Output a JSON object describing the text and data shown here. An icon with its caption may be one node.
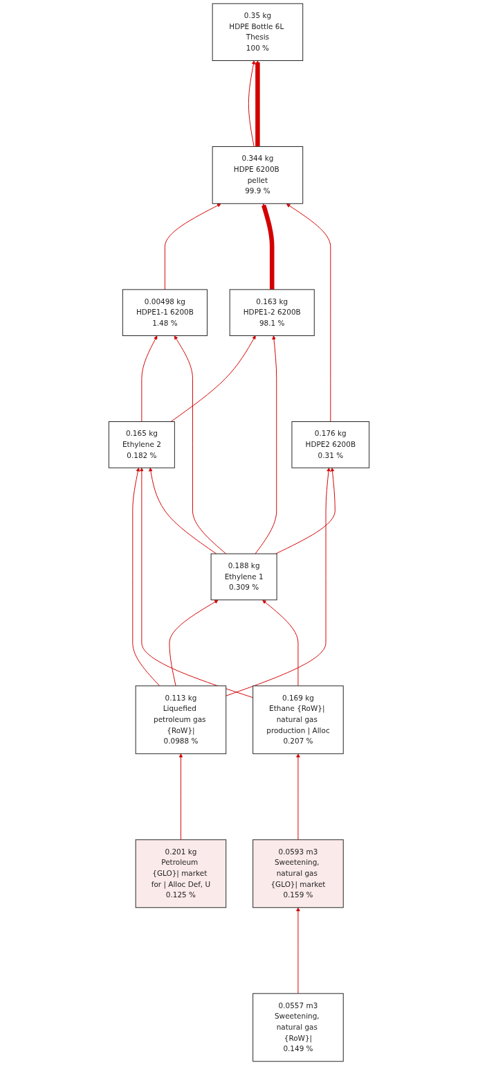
{
  "diagram": {
    "nodes": [
      {
        "text": [
          "0.35 kg",
          "HDPE Bottle 6L Thesis",
          "100 %"
        ]
      },
      {
        "text": [
          "0.344 kg",
          "HDPE 6200B pellet",
          "99.9 %"
        ]
      },
      {
        "text": [
          "0.00498 kg",
          "HDPE1-1 6200B",
          "1.48 %"
        ]
      },
      {
        "text": [
          "0.163 kg",
          "HDPE1-2 6200B",
          "98.1 %"
        ]
      },
      {
        "text": [
          "0.176 kg",
          "HDPE2 6200B",
          "0.31 %"
        ]
      },
      {
        "text": [
          "0.165 kg",
          "Ethylene 2",
          "0.182 %"
        ]
      },
      {
        "text": [
          "0.188 kg",
          "Ethylene 1",
          "0.309 %"
        ]
      },
      {
        "text": [
          "0.113 kg",
          "Liquefied petroleum gas {RoW}|",
          "0.0988 %"
        ]
      },
      {
        "text": [
          "0.169 kg",
          "Ethane {RoW}| natural gas production | Alloc",
          "0.207 %"
        ]
      },
      {
        "text": [
          "0.201 kg",
          "Petroleum {GLO}| market for | Alloc Def, U",
          "0.125 %"
        ]
      },
      {
        "text": [
          "0.0593 m3",
          "Sweetening, natural gas {GLO}| market",
          "0.159 %"
        ]
      },
      {
        "text": [
          "0.0557 m3",
          "Sweetening, natural gas {RoW}|",
          "0.149 %"
        ]
      }
    ],
    "edges": [
      {
        "from": 1,
        "to": 0,
        "arrow": "to"
      },
      {
        "from": 1,
        "to": 0,
        "arrow": "to",
        "style": "thick"
      },
      {
        "from": 2,
        "to": 1,
        "arrow": "to"
      },
      {
        "from": 3,
        "to": 1,
        "arrow": "to",
        "style": "thick"
      },
      {
        "from": 4,
        "to": 1,
        "arrow": "to"
      },
      {
        "from": 5,
        "to": 2,
        "arrow": "to"
      },
      {
        "from": 6,
        "to": 2,
        "arrow": "to"
      },
      {
        "from": 5,
        "to": 3,
        "arrow": "to"
      },
      {
        "from": 6,
        "to": 3,
        "arrow": "to"
      },
      {
        "from": 7,
        "to": 4,
        "arrow": "to"
      },
      {
        "from": 6,
        "to": 4,
        "arrow": "to"
      },
      {
        "from": 7,
        "to": 5,
        "arrow": "to"
      },
      {
        "from": 8,
        "to": 5,
        "arrow": "to"
      },
      {
        "from": 6,
        "to": 5,
        "arrow": "to"
      },
      {
        "from": 7,
        "to": 6,
        "arrow": "to"
      },
      {
        "from": 8,
        "to": 6,
        "arrow": "to"
      },
      {
        "from": 9,
        "to": 7,
        "arrow": "to"
      },
      {
        "from": 10,
        "to": 8,
        "arrow": "to"
      },
      {
        "from": 11,
        "to": 10,
        "arrow": "to"
      }
    ]
  }
}
